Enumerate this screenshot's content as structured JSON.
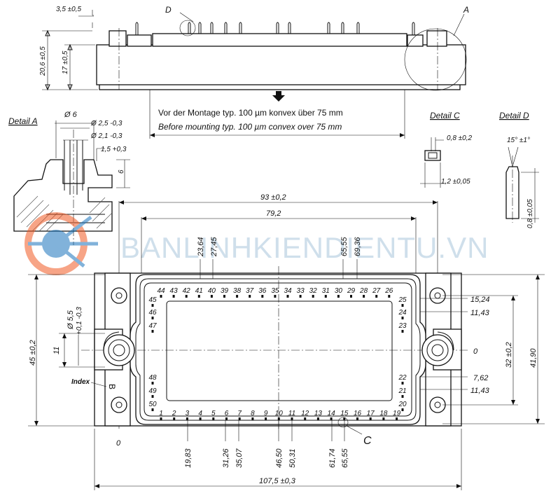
{
  "side_view": {
    "d_3_5": "3,5 ±0,5",
    "d_20_6": "20,6 ±0,5",
    "d_17": "17 ±0,5",
    "label_d": "D",
    "label_a": "A"
  },
  "note": {
    "de": "Vor der Montage typ. 100 µm konvex über 75 mm",
    "en": "Before mounting typ. 100 µm convex over 75 mm"
  },
  "detail_a": {
    "title": "Detail A",
    "d_6": "Ø 6",
    "d_2_5": "Ø 2,5 -0,3",
    "d_2_1": "Ø 2,1 -0,3",
    "d_1_5": "1,5 +0,3",
    "d_h6": "6"
  },
  "detail_c": {
    "title": "Detail C",
    "d_0_8": "0,8 ±0,2",
    "d_1_2": "1,2 ±0,05"
  },
  "detail_d": {
    "title": "Detail D",
    "angle": "15° ±1°",
    "d_0_8": "0,8 ±0,05"
  },
  "watermark": "BANLINHKIENDIENTU.VN",
  "top_view": {
    "w_93": "93 ±0,2",
    "w_79_2": "79,2",
    "top_dims": [
      "23,64",
      "27,45",
      "65,55",
      "69,36"
    ],
    "top_pins": [
      "44",
      "43",
      "42",
      "41",
      "40",
      "39",
      "38",
      "37",
      "36",
      "35",
      "34",
      "33",
      "32",
      "31",
      "30",
      "29",
      "28",
      "27",
      "26"
    ],
    "bottom_pins": [
      "1",
      "2",
      "3",
      "4",
      "5",
      "6",
      "7",
      "8",
      "9",
      "10",
      "11",
      "12",
      "13",
      "14",
      "15",
      "16",
      "17",
      "18",
      "19"
    ],
    "left_pins": [
      "45",
      "46",
      "47",
      "48",
      "49",
      "50"
    ],
    "right_pins": [
      "25",
      "24",
      "23",
      "22",
      "21",
      "20"
    ],
    "right_dims": [
      "15,24",
      "11,43",
      "0",
      "7,62",
      "11,43"
    ],
    "bottom_dims": [
      "19,83",
      "31,26",
      "35,07",
      "46,50",
      "50,31",
      "61,74",
      "65,55"
    ],
    "zero_bottom": "0",
    "d_45": "45 ±0,2",
    "d_11": "11",
    "d_hole": "Ø 5,5",
    "d_hole_tol": "+0,1 -0,3",
    "d_32": "32 ±0,2",
    "d_41_90": "41,90",
    "d_107_5": "107,5 ±0,3",
    "index_label": "Index",
    "index_mark": "B",
    "label_c": "C"
  }
}
